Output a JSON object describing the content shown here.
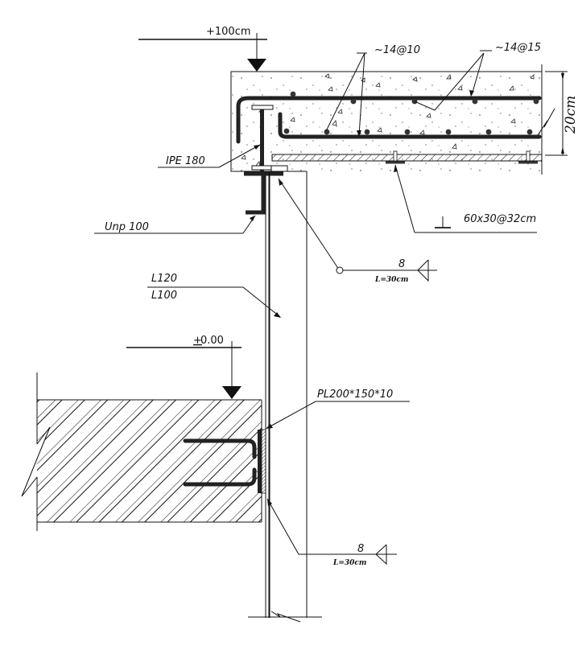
{
  "levels": {
    "top": "+100cm",
    "bottom_plus_minus": "+",
    "bottom_value": "0.00"
  },
  "labels": {
    "rebar_bottom": "~14@10",
    "rebar_top": "~14@15",
    "slab_thickness": "20cm",
    "beam": "IPE 180",
    "channel": "Unp 100",
    "tee_spacing": "60x30@32cm",
    "column_upper": "L120",
    "column_lower": "L100",
    "plate": "PL200*150*10"
  },
  "welds": [
    {
      "size": "8",
      "length": "L=30cm"
    },
    {
      "size": "8",
      "length": "L=30cm"
    }
  ],
  "colors": {
    "ink": "#111111",
    "rebar": "#222222",
    "background": "#ffffff"
  }
}
